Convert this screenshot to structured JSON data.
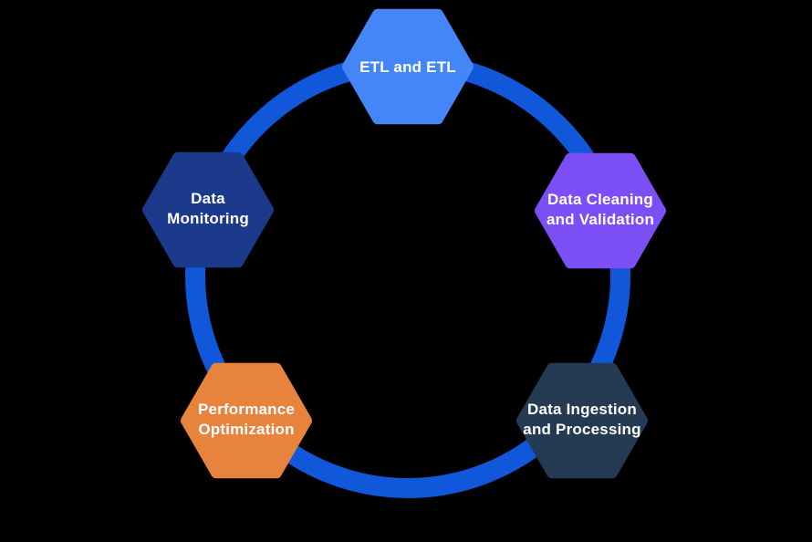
{
  "diagram": {
    "background_color": "#000000",
    "text_color": "#FFFFFF",
    "ring": {
      "color": "#1157D9"
    },
    "nodes": [
      {
        "id": "etl-and-etl",
        "color": "#4486F7",
        "label_lines": [
          "ETL and ETL"
        ]
      },
      {
        "id": "data-cleaning",
        "color": "#7C4EF5",
        "label_lines": [
          "Data Cleaning",
          "and Validation"
        ]
      },
      {
        "id": "data-ingestion",
        "color": "#243B53",
        "label_lines": [
          "Data Ingestion",
          "and Processing"
        ]
      },
      {
        "id": "performance-optimization",
        "color": "#E8833D",
        "label_lines": [
          "Performance",
          "Optimization"
        ]
      },
      {
        "id": "data-monitoring",
        "color": "#1C3A8C",
        "label_lines": [
          "Data",
          "Monitoring"
        ]
      }
    ]
  }
}
